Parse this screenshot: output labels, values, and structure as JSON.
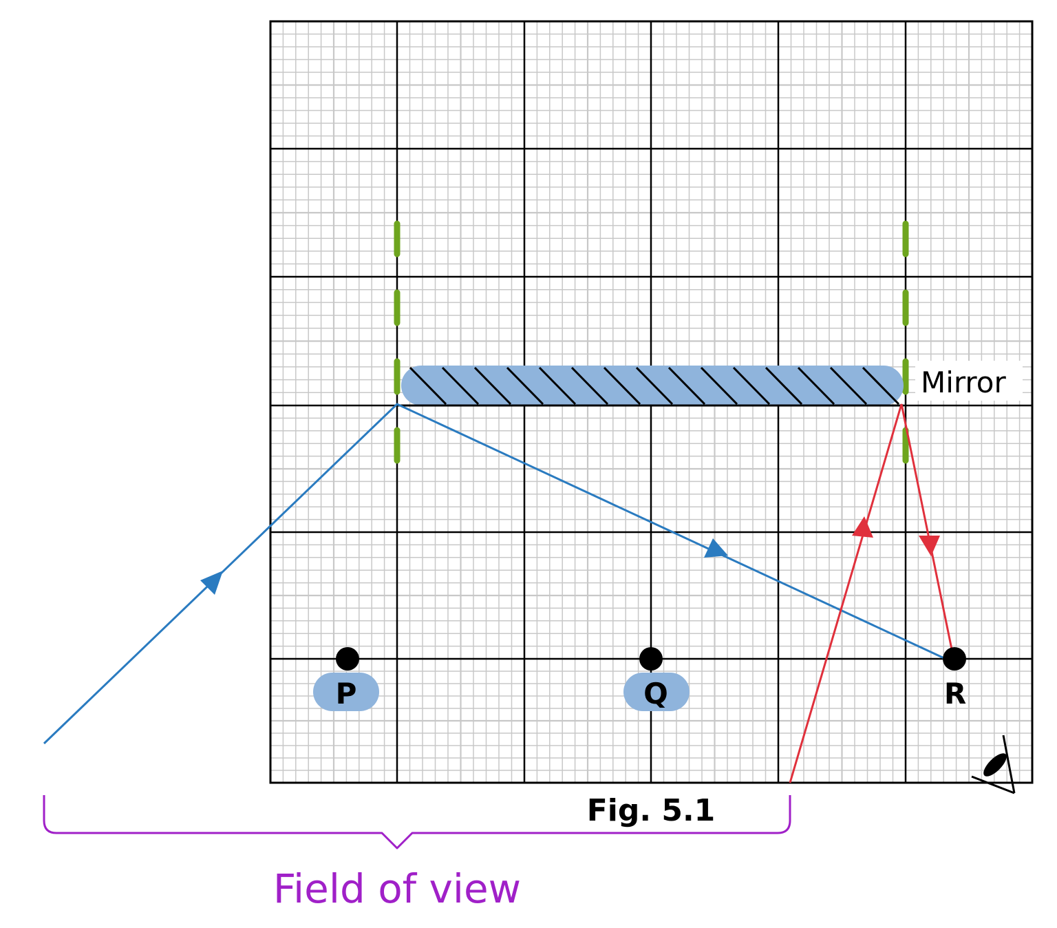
{
  "labels": {
    "mirror": "Mirror",
    "figure": "Fig. 5.1",
    "field_of_view": "Field of view",
    "point_p": "P",
    "point_q": "Q",
    "point_r": "R"
  },
  "colors": {
    "grid_fine": "#c8c8c8",
    "grid_major": "#000000",
    "mirror_fill": "#8fb4dc",
    "label_pill": "#8fb4dc",
    "blue_ray": "#2a7bc0",
    "red_ray": "#e0303c",
    "normal_line": "#6ea51e",
    "field_of_view": "#a020c8"
  }
}
